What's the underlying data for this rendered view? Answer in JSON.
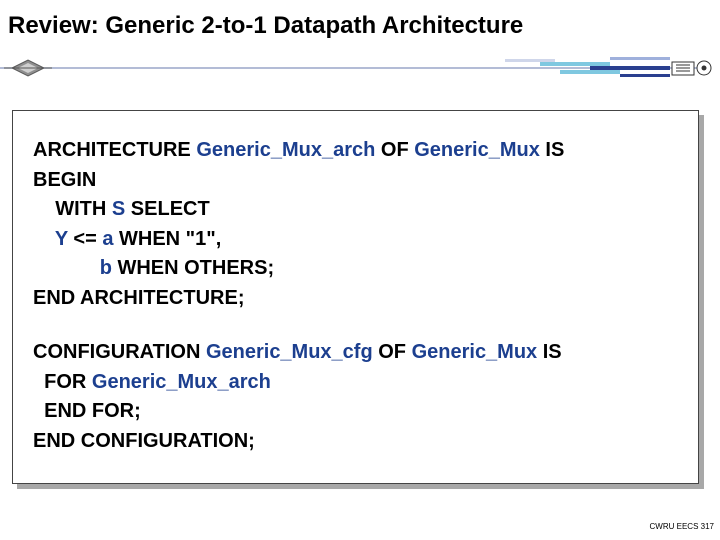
{
  "title": "Review: Generic 2-to-1 Datapath Architecture",
  "architecture": {
    "line1_kw1": "ARCHITECTURE ",
    "line1_name": "Generic_Mux_arch",
    "line1_kw2": " OF ",
    "line1_entity": "Generic_Mux",
    "line1_kw3": " IS",
    "line2": "BEGIN",
    "line3_indent": "    ",
    "line3_kw": "WITH ",
    "line3_sig": "S",
    "line3_kw2": " SELECT",
    "line4_indent": "    ",
    "line4_target": "Y",
    "line4_op": " <= ",
    "line4_src": "a",
    "line4_rest": " WHEN \"1\",",
    "line5_indent": "            ",
    "line5_src": "b",
    "line5_rest": " WHEN OTHERS;",
    "line6": "END ARCHITECTURE;"
  },
  "configuration": {
    "line1_kw1": "CONFIGURATION ",
    "line1_name": "Generic_Mux_cfg",
    "line1_kw2": " OF ",
    "line1_entity": "Generic_Mux",
    "line1_kw3": " IS",
    "line2_indent": "  ",
    "line2_kw": "FOR ",
    "line2_arch": "Generic_Mux_arch",
    "line3": "  END FOR;",
    "line4": "END CONFIGURATION;"
  },
  "footer": "CWRU EECS 317",
  "colors": {
    "keyword": "#000000",
    "identifier": "#1c3f8f",
    "rule_blue": "#2a3f8f",
    "rule_cyan": "#7fc8e0"
  }
}
